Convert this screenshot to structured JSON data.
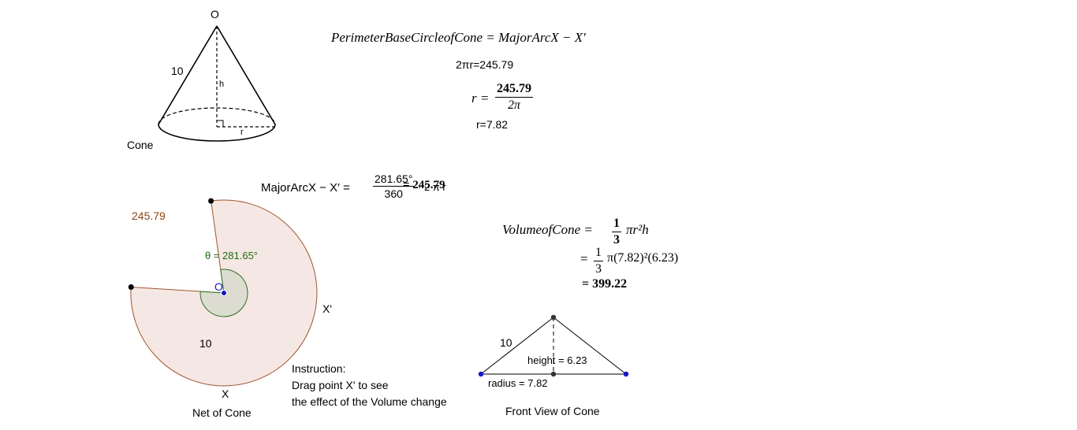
{
  "cone": {
    "apex_label": "O",
    "slant_label": "10",
    "height_label": "h",
    "radius_label": "r",
    "caption": "Cone"
  },
  "perimeter": {
    "equation": "PerimeterBaseCircleofCone = MajorArcX − X′",
    "circumference": "2πr=245.79",
    "r_prefix": "r =",
    "r_num": "245.79",
    "r_den": "2π",
    "r_value": "r=7.82"
  },
  "arc": {
    "prefix": "MajorArcX − X′ =",
    "num": "281.65°",
    "den": "360",
    "overlap": "· 2 π r",
    "result": "= 245.79"
  },
  "net": {
    "arc_length_label": "245.79",
    "theta_label": "θ = 281.65°",
    "center_label": "O",
    "radius_label": "10",
    "x_label": "X",
    "xprime_label": "X'",
    "caption": "Net of Cone",
    "theta_deg": 281.65
  },
  "instruction": {
    "line1": "Instruction:",
    "line2": "Drag point X' to see",
    "line3": "the effect of the Volume change"
  },
  "volume": {
    "formula_prefix": "VolumeofCone =",
    "frac_num": "1",
    "frac_den": "3",
    "formula_suffix": "πr²h",
    "sub_prefix": "=",
    "sub_num": "1",
    "sub_den": "3",
    "sub_suffix": "π(7.82)²(6.23)",
    "result": "=  399.22"
  },
  "front_view": {
    "slant_label": "10",
    "height_label": "height = 6.23",
    "radius_label": "radius = 7.82",
    "caption": "Front View of Cone"
  },
  "colors": {
    "sector_fill": "#f5e8e4",
    "sector_stroke": "#a0522d",
    "arc_label": "#8b4513",
    "angle_fill": "#dcddd0",
    "angle_stroke": "#2e6b1e",
    "theta_label": "#1f6b12",
    "point_blue": "#1515c8",
    "point_dark": "#333333"
  }
}
